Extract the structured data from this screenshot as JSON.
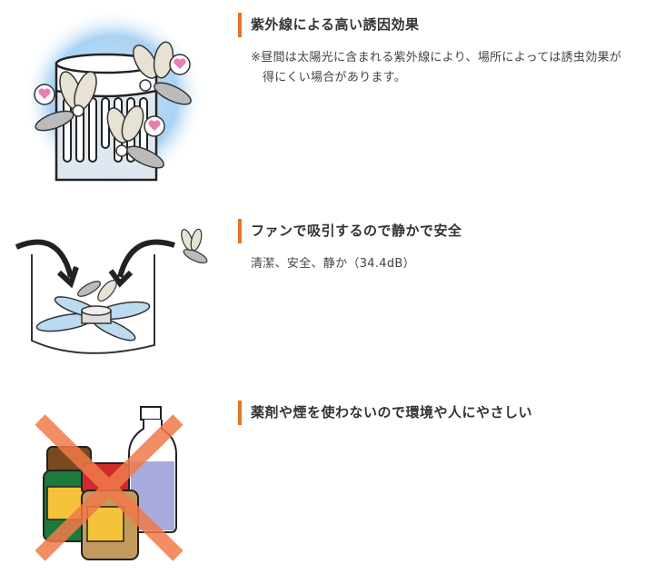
{
  "features": [
    {
      "illustration": "uv-light-trap-with-mosquitoes",
      "heading": "紫外線による高い誘因効果",
      "desc_line1": "※昼間は太陽光に含まれる紫外線により、場所によっては誘虫効果が",
      "desc_line2": "得にくい場合があります。"
    },
    {
      "illustration": "fan-suction-mosquito",
      "heading": "ファンで吸引するので静かで安全",
      "desc_line1": "清潔、安全、静か（34.4dB）"
    },
    {
      "illustration": "no-chemicals-bottles-crossed",
      "heading": "薬剤や煙を使わないので環境や人にやさしい"
    }
  ],
  "colors": {
    "accent": "#e8731e",
    "heading_text": "#333333",
    "body_text": "#444444",
    "glow": "#9fcdf0",
    "cross": "#f07a4a"
  }
}
